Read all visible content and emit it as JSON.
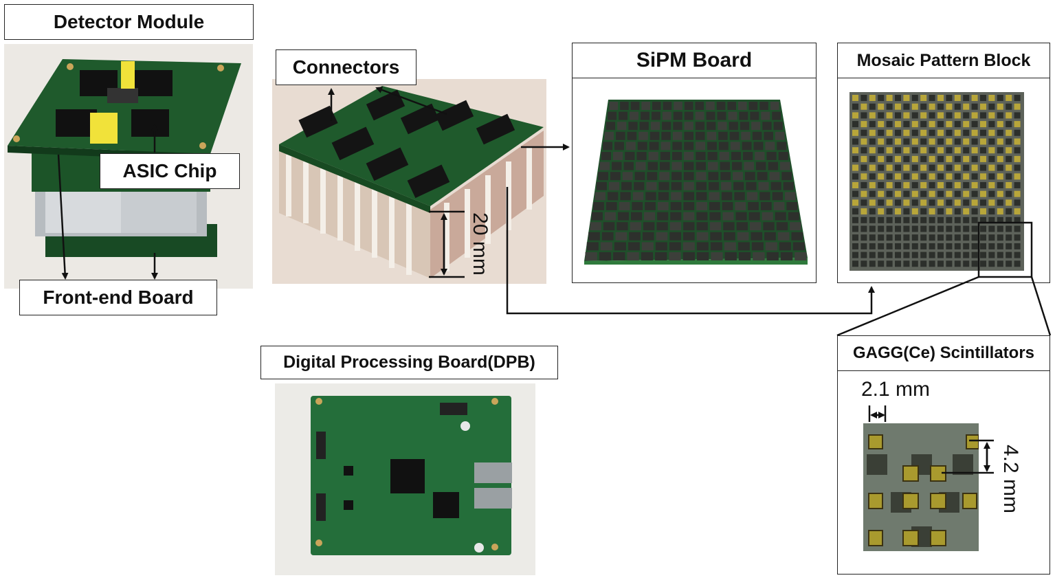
{
  "labels": {
    "detector_module": "Detector Module",
    "asic_chip": "ASIC Chip",
    "front_end_board": "Front-end Board",
    "connectors": "Connectors",
    "sipm_board": "SiPM Board",
    "mosaic_pattern_block": "Mosaic Pattern Block",
    "gagg_scintillators": "GAGG(Ce) Scintillators",
    "dpb": "Digital Processing Board(DPB)"
  },
  "dimensions": {
    "height_20": "20 mm",
    "pitch_2_1": "2.1 mm",
    "pitch_4_2": "4.2 mm"
  },
  "colors": {
    "pcb_green": "#1f5a2c",
    "pcb_dark": "#143d1d",
    "gagg_yellow": "#b8a63a",
    "arrow": "#111111"
  }
}
